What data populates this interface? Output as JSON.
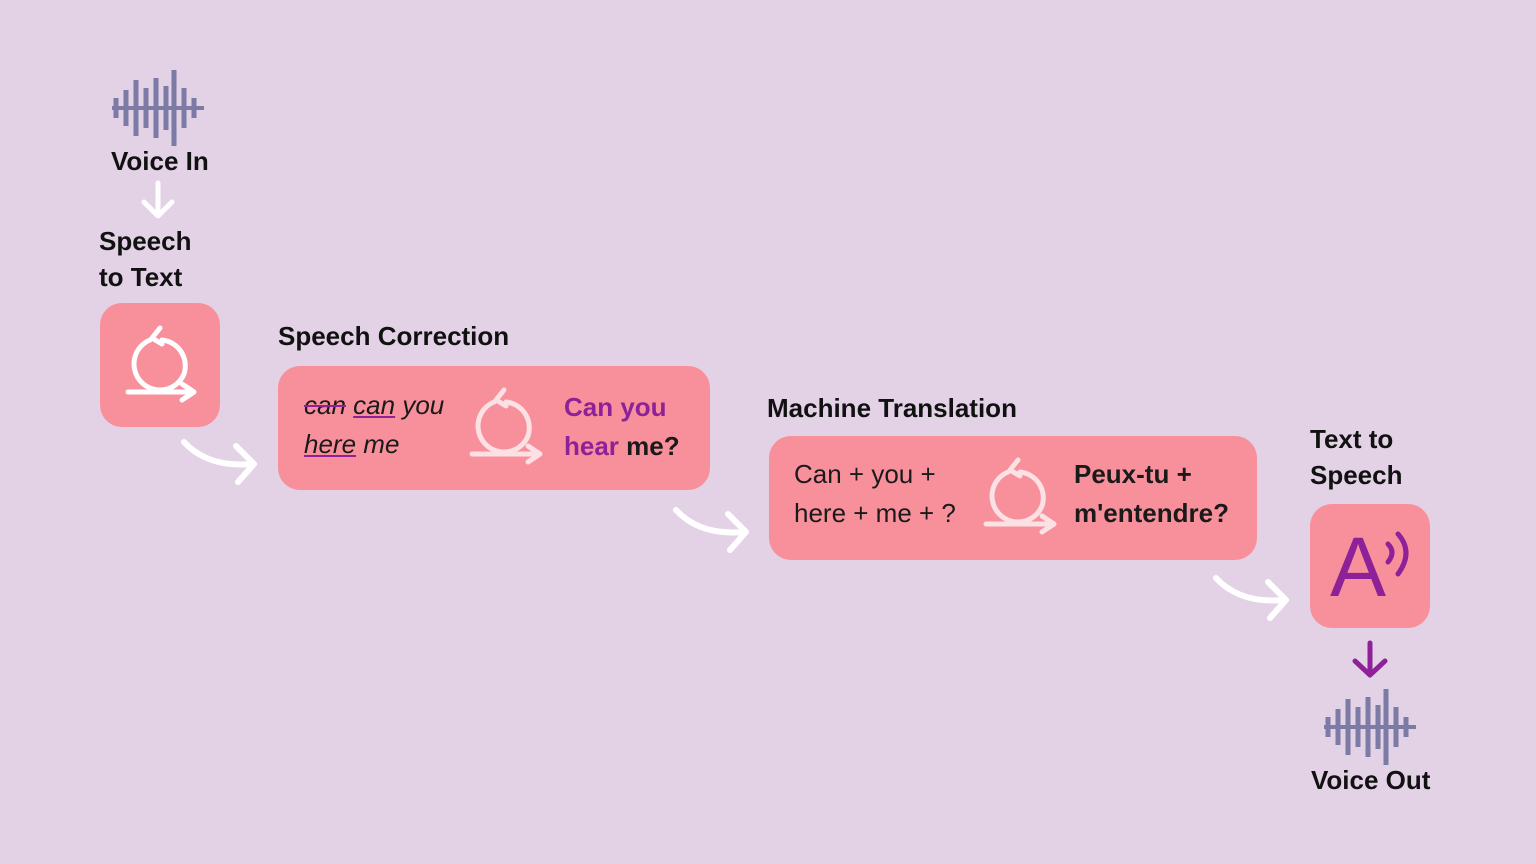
{
  "steps": {
    "voice_in": "Voice In",
    "speech_to_text_1": "Speech",
    "speech_to_text_2": "to Text",
    "speech_correction": "Speech Correction",
    "machine_translation": "Machine Translation",
    "text_to_speech_1": "Text to",
    "text_to_speech_2": "Speech",
    "voice_out": "Voice Out"
  },
  "correction": {
    "input_strike": "can",
    "input_can": "can",
    "input_you": "you",
    "input_here": "here",
    "input_me": "me",
    "output_can_you": "Can you",
    "output_hear": "hear",
    "output_me": "me?"
  },
  "translation": {
    "input_line1": "Can + you +",
    "input_line2": "here + me + ?",
    "output_line1": "Peux-tu +",
    "output_line2": "m'entendre?"
  },
  "tts_glyph": "A",
  "colors": {
    "background": "#e3d1e6",
    "box": "#f8909c",
    "accent": "#8e2197",
    "waveform": "#7b7ba6",
    "arrow": "#ffffff"
  }
}
